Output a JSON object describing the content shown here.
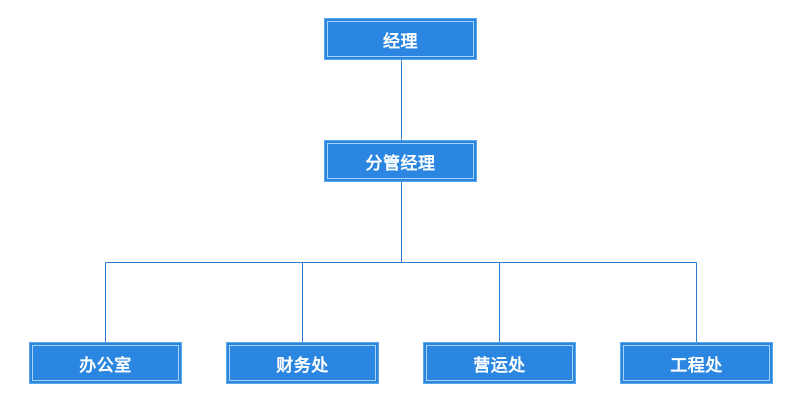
{
  "org_chart": {
    "root": {
      "label": "经理"
    },
    "deputy": {
      "label": "分管经理"
    },
    "departments": [
      {
        "label": "办公室"
      },
      {
        "label": "财务处"
      },
      {
        "label": "营运处"
      },
      {
        "label": "工程处"
      }
    ]
  },
  "colors": {
    "node_fill": "#2a86e0",
    "node_text": "#ffffff",
    "connector": "#2f7fd1"
  }
}
